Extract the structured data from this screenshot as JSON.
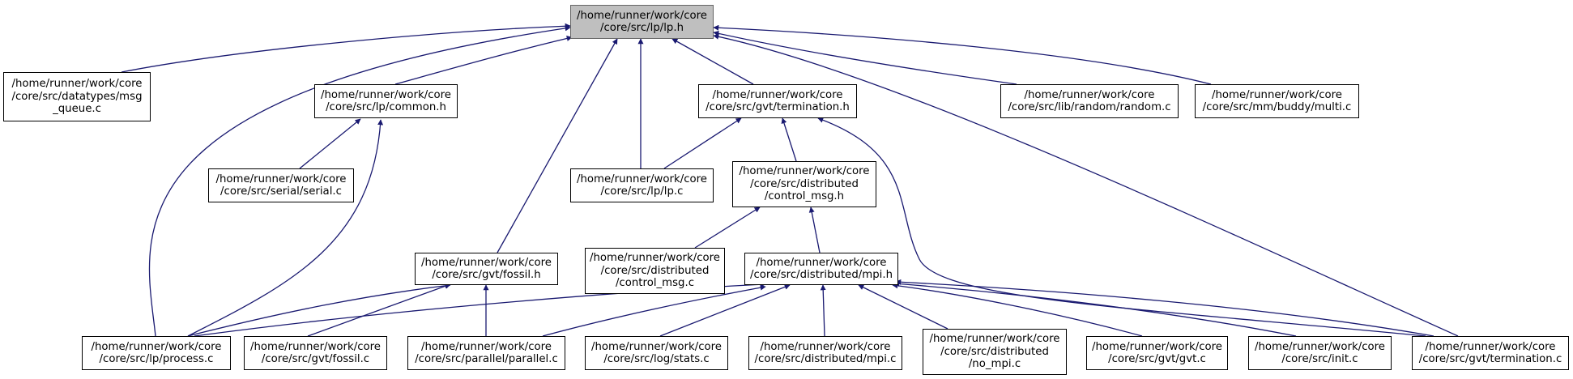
{
  "graph": {
    "edge_color": "#191970",
    "root_fill": "#bfbfbf",
    "nodes": {
      "lp_h": [
        "/home/runner/work/core",
        "/core/src/lp/lp.h"
      ],
      "msg_queue_c": [
        "/home/runner/work/core",
        "/core/src/datatypes/msg",
        "_queue.c"
      ],
      "common_h": [
        "/home/runner/work/core",
        "/core/src/lp/common.h"
      ],
      "termination_h": [
        "/home/runner/work/core",
        "/core/src/gvt/termination.h"
      ],
      "random_c": [
        "/home/runner/work/core",
        "/core/src/lib/random/random.c"
      ],
      "multi_c": [
        "/home/runner/work/core",
        "/core/src/mm/buddy/multi.c"
      ],
      "serial_c": [
        "/home/runner/work/core",
        "/core/src/serial/serial.c"
      ],
      "lp_c": [
        "/home/runner/work/core",
        "/core/src/lp/lp.c"
      ],
      "control_msg_h": [
        "/home/runner/work/core",
        "/core/src/distributed",
        "/control_msg.h"
      ],
      "fossil_h": [
        "/home/runner/work/core",
        "/core/src/gvt/fossil.h"
      ],
      "control_msg_c": [
        "/home/runner/work/core",
        "/core/src/distributed",
        "/control_msg.c"
      ],
      "mpi_h": [
        "/home/runner/work/core",
        "/core/src/distributed/mpi.h"
      ],
      "process_c": [
        "/home/runner/work/core",
        "/core/src/lp/process.c"
      ],
      "fossil_c": [
        "/home/runner/work/core",
        "/core/src/gvt/fossil.c"
      ],
      "parallel_c": [
        "/home/runner/work/core",
        "/core/src/parallel/parallel.c"
      ],
      "stats_c": [
        "/home/runner/work/core",
        "/core/src/log/stats.c"
      ],
      "mpi_c": [
        "/home/runner/work/core",
        "/core/src/distributed/mpi.c"
      ],
      "no_mpi_c": [
        "/home/runner/work/core",
        "/core/src/distributed",
        "/no_mpi.c"
      ],
      "gvt_c": [
        "/home/runner/work/core",
        "/core/src/gvt/gvt.c"
      ],
      "init_c": [
        "/home/runner/work/core",
        "/core/src/init.c"
      ],
      "termination_c": [
        "/home/runner/work/core",
        "/core/src/gvt/termination.c"
      ]
    }
  }
}
